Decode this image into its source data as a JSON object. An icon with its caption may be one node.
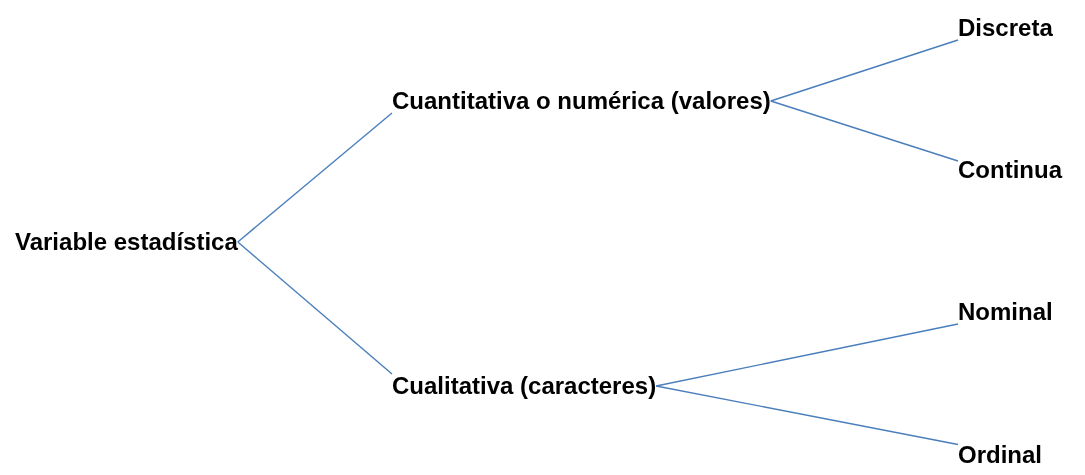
{
  "diagram": {
    "nodes": [
      {
        "text": [
          "Variable estadística"
        ]
      },
      {
        "text": [
          "Cuantitativa o numérica (valores)"
        ]
      },
      {
        "text": [
          "Discreta"
        ]
      },
      {
        "text": [
          "Continua"
        ]
      },
      {
        "text": [
          "Cualitativa (caracteres)"
        ]
      },
      {
        "text": [
          "Nominal"
        ]
      },
      {
        "text": [
          "Ordinal"
        ]
      }
    ],
    "edges": [
      {
        "from": 0,
        "to": 1,
        "arrow": "none"
      },
      {
        "from": 0,
        "to": 4,
        "arrow": "none"
      },
      {
        "from": 1,
        "to": 2,
        "arrow": "none"
      },
      {
        "from": 1,
        "to": 3,
        "arrow": "none"
      },
      {
        "from": 4,
        "to": 5,
        "arrow": "none"
      },
      {
        "from": 4,
        "to": 6,
        "arrow": "none"
      }
    ]
  }
}
